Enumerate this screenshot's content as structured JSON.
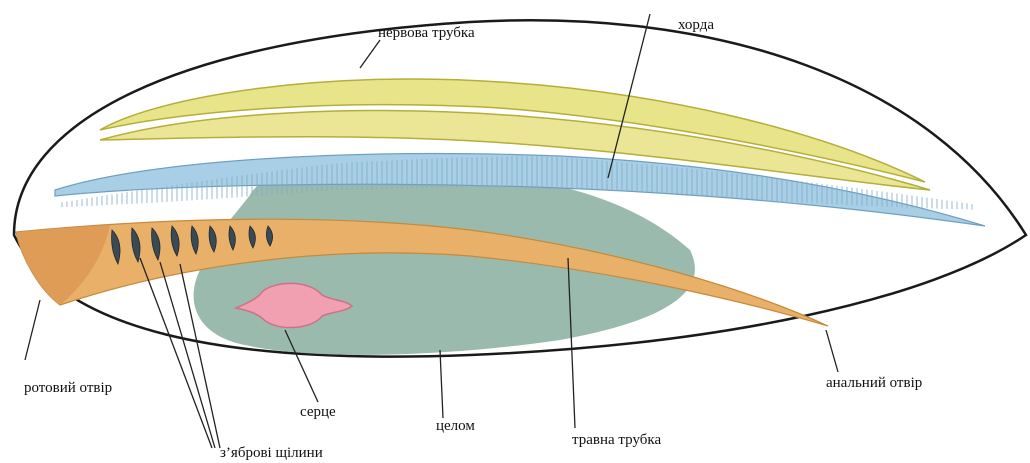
{
  "labels": {
    "neural_tube": "нервова трубка",
    "notochord": "хорда",
    "mouth": "ротовий отвір",
    "heart": "серце",
    "coelom": "целом",
    "gill_slits": "з’яброві щілини",
    "digestive_tube": "травна трубка",
    "anus": "анальний отвір"
  },
  "colors": {
    "outline": "#1a1a1a",
    "neural_tube": "#e8e48a",
    "notochord": "#a9cfe6",
    "coelom": "#8fb3a4",
    "digestive_tube": "#e9b06a",
    "heart": "#f0a0b0"
  }
}
